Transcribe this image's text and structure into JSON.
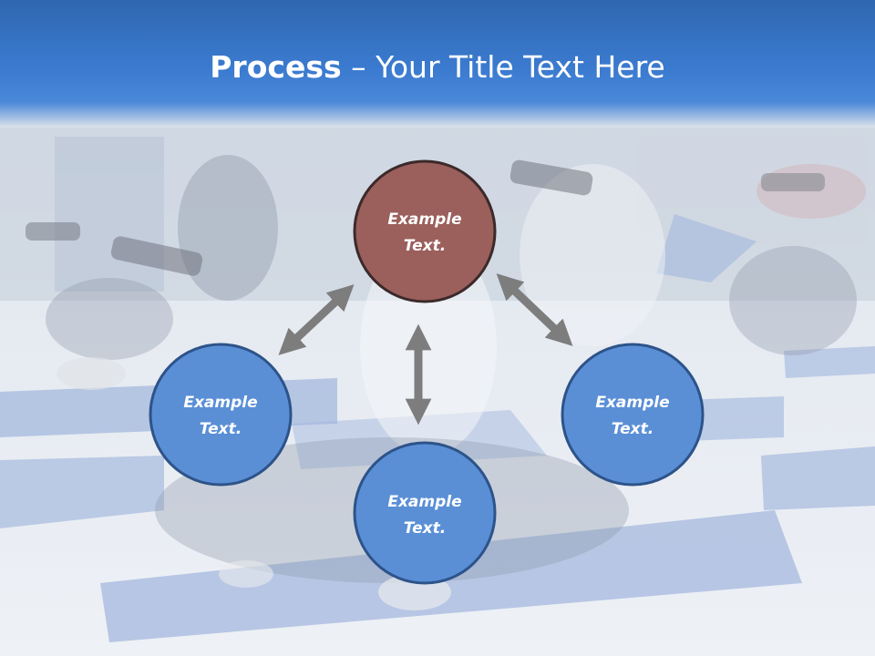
{
  "slide": {
    "title_bold": "Process",
    "title_separator": " – ",
    "title_rest": "Your Title Text Here"
  },
  "nodes": [
    {
      "id": "top",
      "line1": "Example",
      "line2": "Text.",
      "fill": "#9b5f5c",
      "stroke": "#3b2a2a"
    },
    {
      "id": "left",
      "line1": "Example",
      "line2": "Text.",
      "fill": "#5a8fd6",
      "stroke": "#2d5389"
    },
    {
      "id": "bottom",
      "line1": "Example",
      "line2": "Text.",
      "fill": "#5a8fd6",
      "stroke": "#2d5389"
    },
    {
      "id": "right",
      "line1": "Example",
      "line2": "Text.",
      "fill": "#5a8fd6",
      "stroke": "#2d5389"
    }
  ],
  "colors": {
    "title_bar": "#3b7bd0",
    "arrow": "#7d7d7d"
  }
}
